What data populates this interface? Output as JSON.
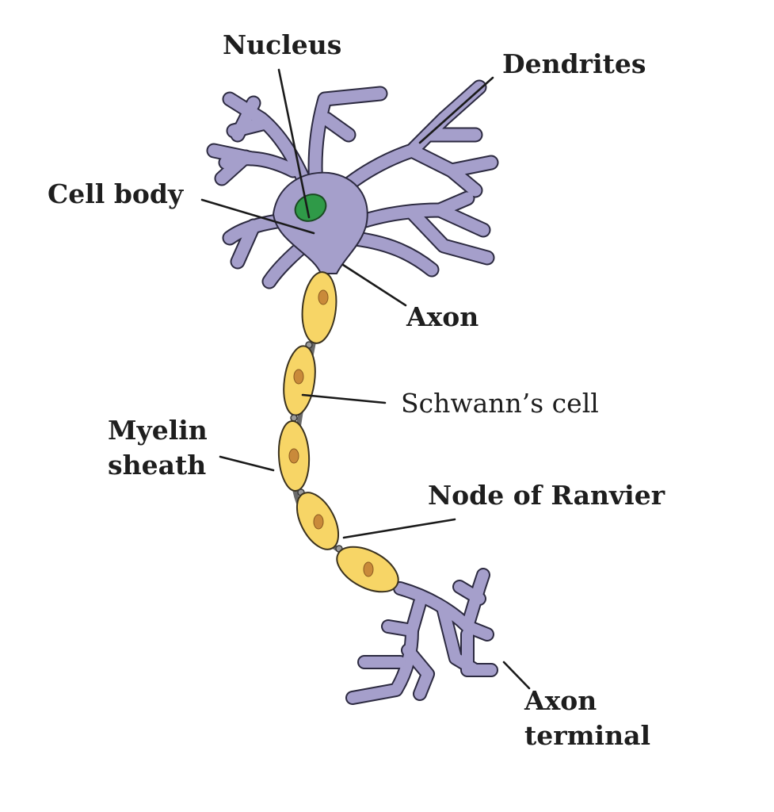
{
  "labels": {
    "nucleus": "Nucleus",
    "dendrites": "Dendrites",
    "cell_body": "Cell body",
    "axon": "Axon",
    "schwann_cell": "Schwann’s cell",
    "myelin_line1": "Myelin",
    "myelin_line2": "sheath",
    "node_of_ranvier": "Node of Ranvier",
    "axon_terminal_line1": "Axon",
    "axon_terminal_line2": "terminal"
  },
  "colors": {
    "neuron": "#a59fcb",
    "nucleus": "#2f9a48",
    "myelin": "#f7d566",
    "schwann_nucleus": "#c98a3a",
    "outline": "#2c2a40"
  }
}
